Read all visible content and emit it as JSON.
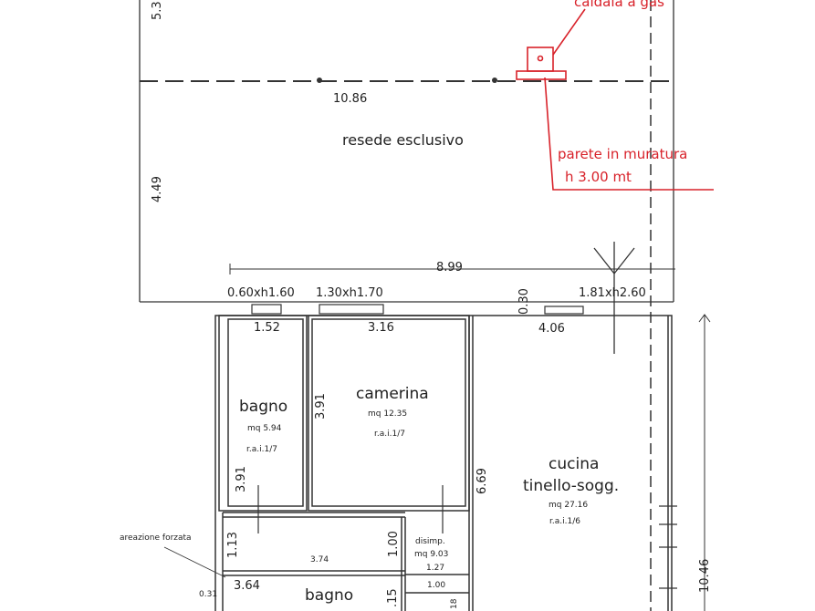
{
  "annotations": {
    "caldaia": "caldaia a gas",
    "parete_line1": "parete in muratura",
    "parete_line2": "h 3.00 mt",
    "areazione": "areazione forzata"
  },
  "rooms": {
    "resede": "resede esclusivo",
    "bagno1": {
      "name": "bagno",
      "area": "mq 5.94",
      "rai": "r.a.i.1/7"
    },
    "camerina": {
      "name": "camerina",
      "area": "mq 12.35",
      "rai": "r.a.i.1/7"
    },
    "cucina": {
      "name_line1": "cucina",
      "name_line2": "tinello-sogg.",
      "area": "mq 27.16",
      "rai": "r.a.i.1/6"
    },
    "disimp": {
      "name": "disimp.",
      "area": "mq 9.03"
    },
    "bagno2": {
      "name": "bagno"
    }
  },
  "dimensions": {
    "top_vertical": "5.3",
    "dashed_width": "10.86",
    "resede_height": "4.49",
    "total_width": "8.99",
    "window1": "0.60xh1.60",
    "window2": "1.30xh1.70",
    "window3": "1.81xh2.60",
    "wall_030": "0.30",
    "bagno_width": "1.52",
    "camerina_width": "3.16",
    "cucina_width": "4.06",
    "bagno_height": "3.91",
    "camerina_height": "3.91",
    "cucina_height": "6.69",
    "corridor_height": "1.13",
    "corridor_width": "3.74",
    "disimp_height": "1.00",
    "disimp_width": "1.27",
    "step_width": "1.00",
    "bagno2_width": "3.64",
    "wall_031": "0.31",
    "total_height": "10.46",
    "partial_15": ".15",
    "partial_18": "18"
  }
}
